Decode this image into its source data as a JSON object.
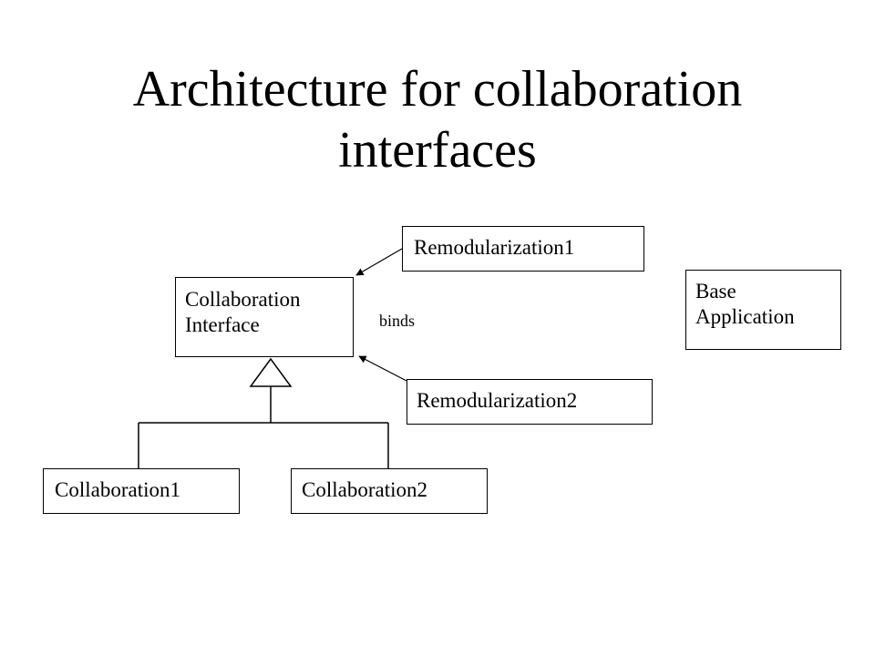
{
  "slide": {
    "title_line1": "Architecture for collaboration",
    "title_line2": "interfaces"
  },
  "diagram": {
    "collaboration_interface": {
      "line1": "Collaboration",
      "line2": "Interface"
    },
    "remodularization1": "Remodularization1",
    "remodularization2": "Remodularization2",
    "base_application": {
      "line1": "Base",
      "line2": "Application"
    },
    "collaboration1": "Collaboration1",
    "collaboration2": "Collaboration2",
    "binds_label": "binds"
  }
}
